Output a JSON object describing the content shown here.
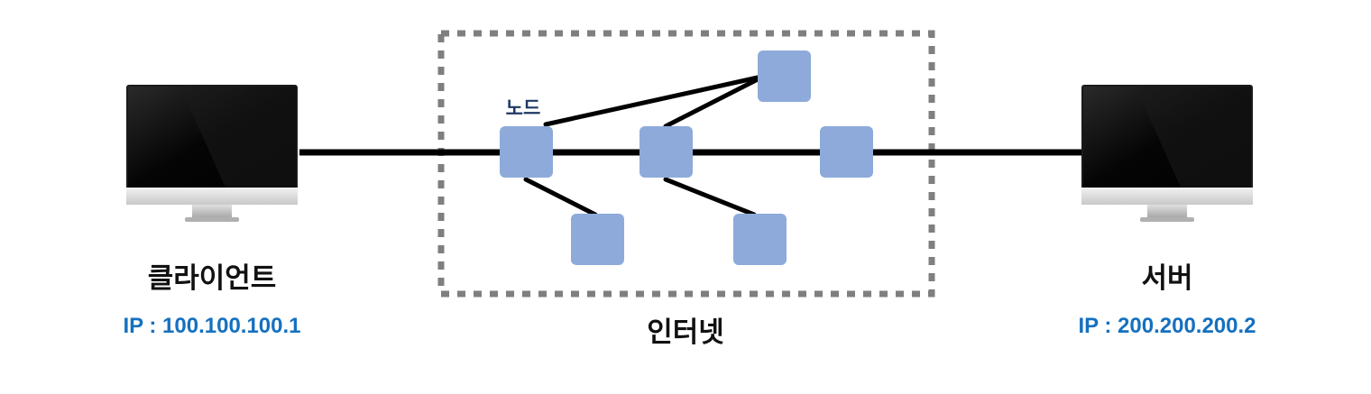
{
  "client": {
    "title": "클라이언트",
    "ip": "IP : 100.100.100.1"
  },
  "server": {
    "title": "서버",
    "ip": "IP : 200.200.200.2"
  },
  "internet": {
    "label": "인터넷",
    "node_label": "노드"
  },
  "colors": {
    "ip_text": "#1570c0",
    "node_fill": "#8eaadb",
    "node_label": "#1f3864",
    "dashed_border": "#7f7f7f",
    "line": "#000000"
  }
}
